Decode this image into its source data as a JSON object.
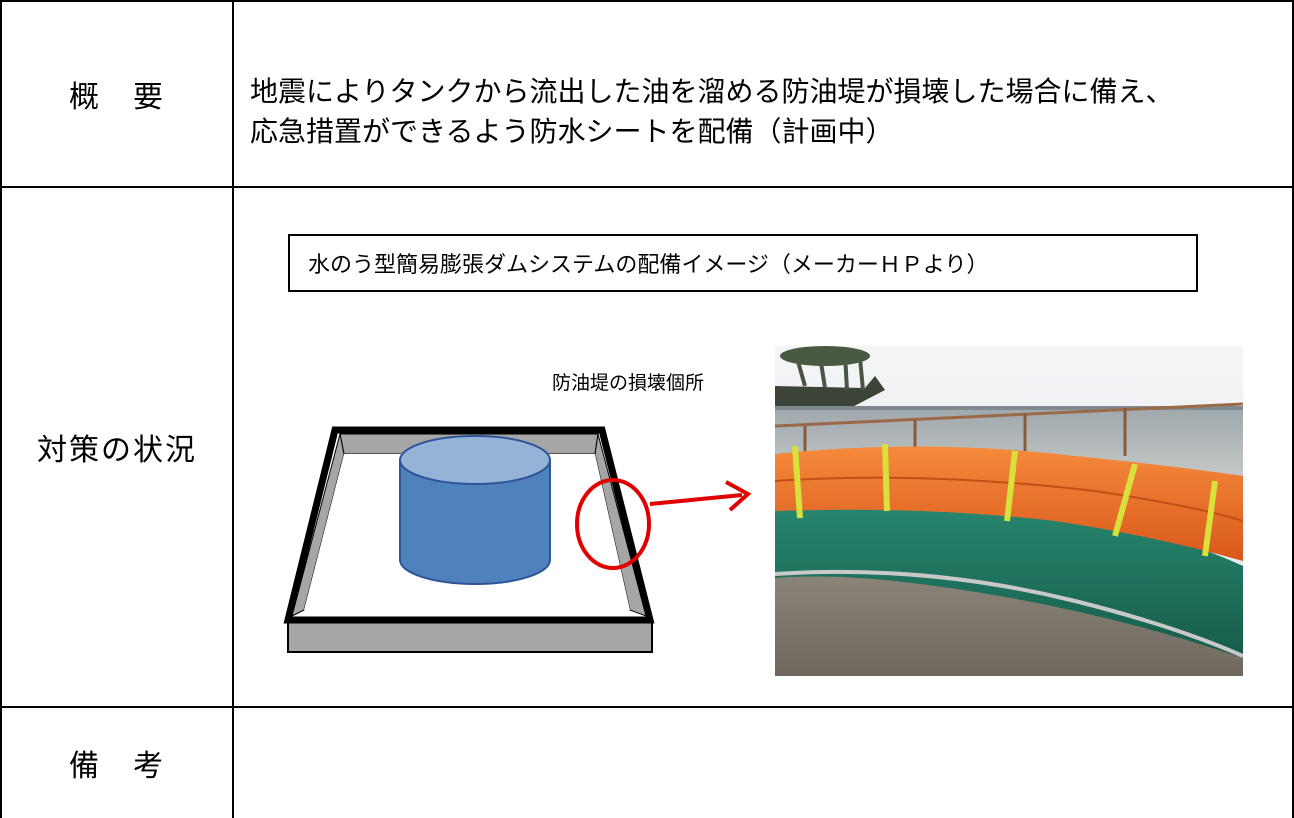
{
  "rows": {
    "overview": {
      "label": "概　要",
      "lines": [
        "地震によりタンクから流出した油を溜める防油堤が損壊した場合に備え、",
        "応急措置ができるよう防水シートを配備（計画中）"
      ]
    },
    "measures": {
      "label": "対策の状況",
      "caption": "水のう型簡易膨張ダムシステムの配備イメージ（メーカーＨＰより）",
      "damage_label": "防油堤の損壊個所"
    },
    "remarks": {
      "label": "備　考"
    }
  },
  "colors": {
    "tank": "#4f81bd",
    "tank_top": "#95b3d7",
    "wall": "#a6a6a6",
    "highlight": "#e00000"
  },
  "icons": [
    "tank-illustration",
    "dike-illustration",
    "arrow-icon",
    "circle-marker"
  ]
}
